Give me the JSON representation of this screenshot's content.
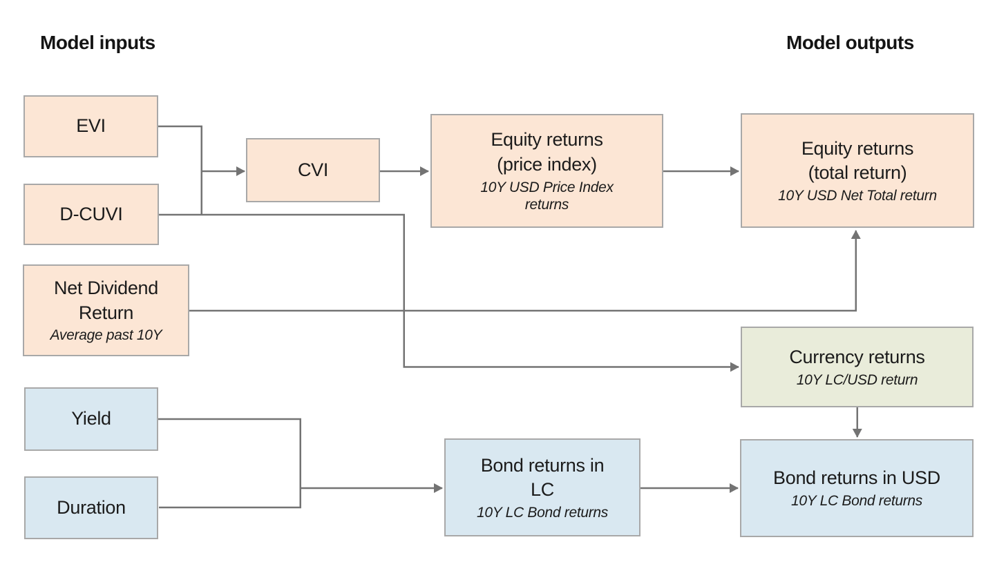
{
  "headings": {
    "inputs": "Model inputs",
    "outputs": "Model outputs"
  },
  "nodes": {
    "evi": {
      "label": "EVI"
    },
    "d_cuvi": {
      "label": "D-CUVI"
    },
    "net_dividend": {
      "label": "Net Dividend\nReturn",
      "sublabel": "Average past 10Y"
    },
    "yield": {
      "label": "Yield"
    },
    "duration": {
      "label": "Duration"
    },
    "cvi": {
      "label": "CVI"
    },
    "equity_price": {
      "label": "Equity returns\n(price index)",
      "sublabel": "10Y USD Price Index\nreturns"
    },
    "equity_total": {
      "label": "Equity returns\n(total return)",
      "sublabel": "10Y USD Net Total return"
    },
    "currency": {
      "label": "Currency returns",
      "sublabel": "10Y LC/USD return"
    },
    "bond_lc": {
      "label": "Bond returns in\nLC",
      "sublabel": "10Y LC Bond returns"
    },
    "bond_usd": {
      "label": "Bond returns in USD",
      "sublabel": "10Y LC Bond returns"
    }
  },
  "edges": [
    {
      "from": "evi",
      "to": "cvi"
    },
    {
      "from": "d_cuvi",
      "to": "cvi"
    },
    {
      "from": "cvi",
      "to": "equity_price"
    },
    {
      "from": "equity_price",
      "to": "equity_total"
    },
    {
      "from": "net_dividend",
      "to": "equity_total"
    },
    {
      "from": "d_cuvi",
      "to": "currency"
    },
    {
      "from": "currency",
      "to": "bond_usd"
    },
    {
      "from": "yield",
      "to": "bond_lc"
    },
    {
      "from": "duration",
      "to": "bond_lc"
    },
    {
      "from": "bond_lc",
      "to": "bond_usd"
    }
  ],
  "colors": {
    "peach": "#fce6d5",
    "blue": "#d9e8f1",
    "green": "#e9ecda",
    "box-border": "#a8a8a8",
    "connector": "#737373",
    "text": "#1b1b1b",
    "background": "#ffffff"
  }
}
